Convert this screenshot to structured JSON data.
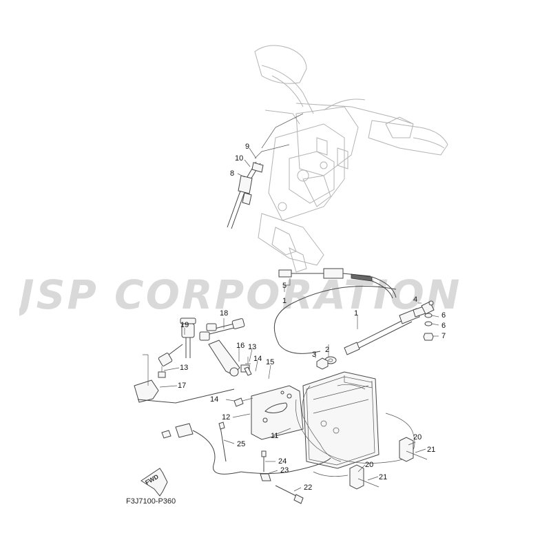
{
  "watermark": {
    "text": "JSP CORPORATION"
  },
  "diagram_code": "F3J7100-P360",
  "fwd_label": "FWD",
  "callouts": {
    "c1a": "1",
    "c1b": "1",
    "c2": "2",
    "c3": "3",
    "c4": "4",
    "c5": "5",
    "c6a": "6",
    "c6b": "6",
    "c7": "7",
    "c8": "8",
    "c9": "9",
    "c10": "10",
    "c11": "11",
    "c12": "12",
    "c13a": "13",
    "c13b": "13",
    "c14a": "14",
    "c14b": "14",
    "c15": "15",
    "c16": "16",
    "c17": "17",
    "c18": "18",
    "c19": "19",
    "c20a": "20",
    "c20b": "20",
    "c21a": "21",
    "c21b": "21",
    "c22": "22",
    "c23": "23",
    "c24": "24",
    "c25": "25"
  },
  "colors": {
    "watermark": "#d9d9d9",
    "line": "#444444",
    "ghost": "#b3b3b3"
  }
}
